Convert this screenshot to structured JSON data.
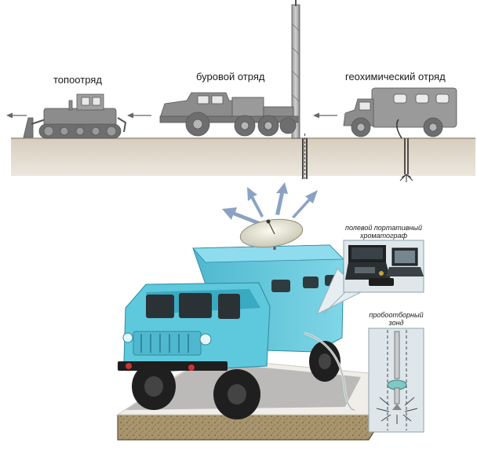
{
  "labels": {
    "topo_team": "топоотряд",
    "drilling_team": "буровой отряд",
    "geochem_team": "геохимический отряд",
    "chromatograph_line1": "полевой портативный",
    "chromatograph_line2": "хроматограф",
    "probe_line1": "пробоотборный",
    "probe_line2": "зонд"
  },
  "colors": {
    "ground": "#ddd6c8",
    "machinery": "#8c8c8c",
    "truck": "#5ec8dc",
    "arrows": "#8aa3c4"
  }
}
